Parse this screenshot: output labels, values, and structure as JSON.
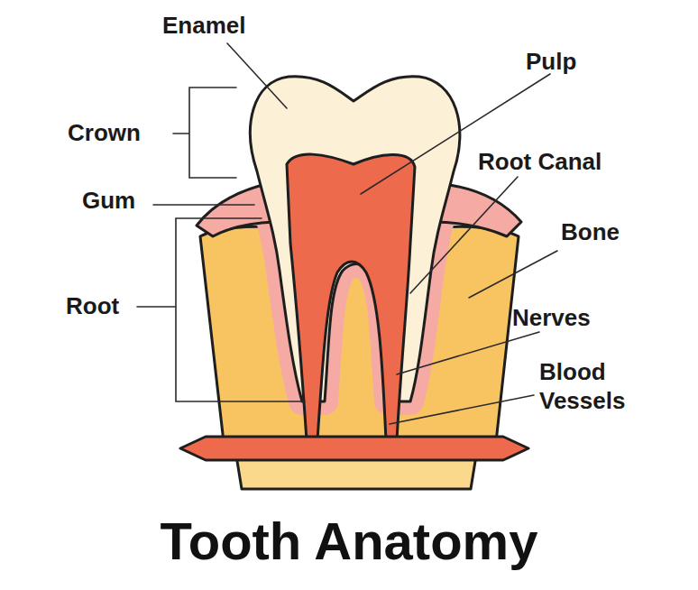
{
  "diagram": {
    "title": "Tooth Anatomy",
    "labels": [
      "Enamel",
      "Pulp",
      "Crown",
      "Gum",
      "Root Canal",
      "Bone",
      "Root",
      "Nerves",
      "Blood Vessels"
    ]
  }
}
